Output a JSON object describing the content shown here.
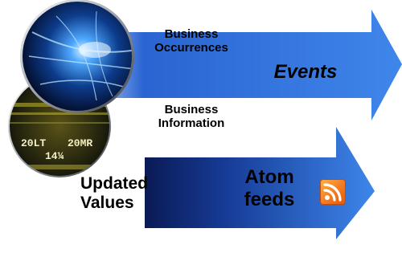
{
  "upper_arrow": {
    "label_top_line1": "Business",
    "label_top_line2": "Occurrences",
    "label_right": "Events",
    "label_bottom_line1": "Business",
    "label_bottom_line2": "Information"
  },
  "lower_arrow": {
    "label_left_line1": "Updated",
    "label_left_line2": "Values",
    "label_center_line1": "Atom",
    "label_center_line2": "feeds"
  },
  "icons": {
    "rss": "rss-feed-icon",
    "globe": "globe-sphere-icon",
    "ticker": "stock-ticker-board-icon"
  },
  "colors": {
    "arrow_light": "#3f7fe0",
    "arrow_mid": "#1c4fae",
    "arrow_dark": "#0b1f5e",
    "rss_orange": "#f47a20"
  },
  "ticker_texts": [
    "20LT",
    "20MR",
    "14¼"
  ]
}
